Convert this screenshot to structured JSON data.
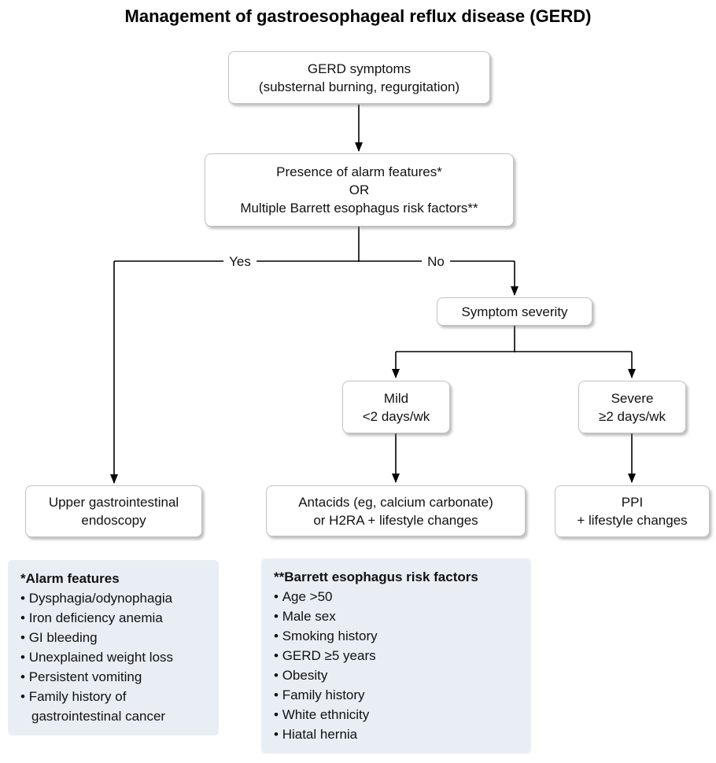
{
  "page_title": "Management of gastroesophageal reflux disease (GERD)",
  "flowchart": {
    "nodes": {
      "gerd_symptoms": {
        "lines": [
          "GERD symptoms",
          "(substernal burning, regurgitation)"
        ]
      },
      "alarm_check": {
        "lines": [
          "Presence of alarm features*",
          "OR",
          "Multiple Barrett esophagus risk factors**"
        ]
      },
      "symptom_severity": {
        "lines": [
          "Symptom severity"
        ]
      },
      "mild": {
        "lines": [
          "Mild",
          "<2 days/wk"
        ]
      },
      "severe": {
        "lines": [
          "Severe",
          "≥2 days/wk"
        ]
      },
      "endoscopy": {
        "lines": [
          "Upper gastrointestinal",
          "endoscopy"
        ]
      },
      "antacids": {
        "lines": [
          "Antacids (eg, calcium carbonate)",
          "or H2RA + lifestyle changes"
        ]
      },
      "ppi": {
        "lines": [
          "PPI",
          "+ lifestyle changes"
        ]
      }
    },
    "edges": [
      {
        "from": "gerd_symptoms",
        "to": "alarm_check",
        "label": ""
      },
      {
        "from": "alarm_check",
        "to": "endoscopy",
        "label": "Yes"
      },
      {
        "from": "alarm_check",
        "to": "symptom_severity",
        "label": "No"
      },
      {
        "from": "symptom_severity",
        "to": "mild",
        "label": ""
      },
      {
        "from": "symptom_severity",
        "to": "severe",
        "label": ""
      },
      {
        "from": "mild",
        "to": "antacids",
        "label": ""
      },
      {
        "from": "severe",
        "to": "ppi",
        "label": ""
      }
    ]
  },
  "info_boxes": {
    "alarm": {
      "title": "*Alarm features",
      "items": [
        "Dysphagia/odynophagia",
        "Iron deficiency anemia",
        "GI bleeding",
        "Unexplained weight loss",
        "Persistent vomiting",
        "Family history of gastrointestinal cancer"
      ]
    },
    "barrett": {
      "title": "**Barrett esophagus risk factors",
      "items": [
        "Age >50",
        "Male sex",
        "Smoking history",
        "GERD ≥5 years",
        "Obesity",
        "Family history",
        "White ethnicity",
        "Hiatal hernia"
      ]
    }
  },
  "colors": {
    "node_background": "#ffffff",
    "node_border": "#c2c2c2",
    "connector": "#000000",
    "info_box_background": "#e9eef4",
    "text": "#111111"
  }
}
